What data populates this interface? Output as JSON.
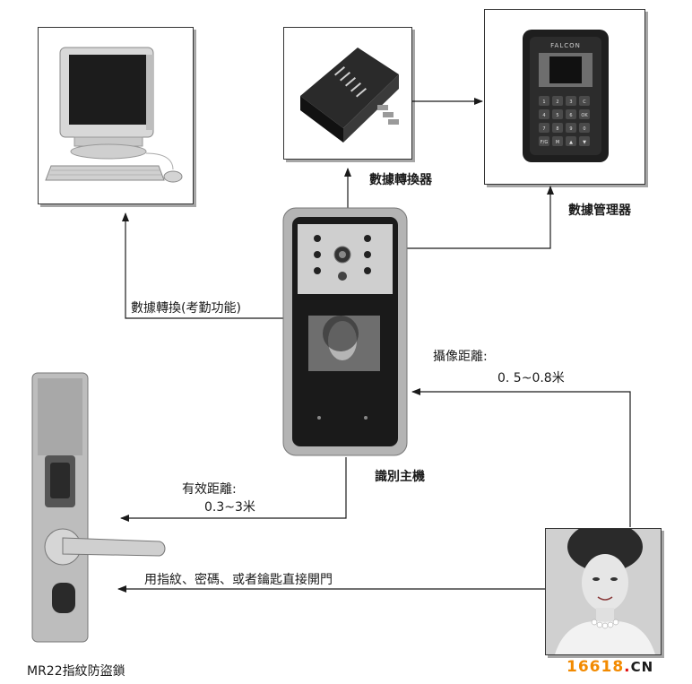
{
  "labels": {
    "data_converter": "數據轉換器",
    "data_manager": "數據管理器",
    "data_convert_attendance": "數據轉換(考勤功能)",
    "camera_distance_title": "攝像距離:",
    "camera_distance_value": "0. 5~0.8米",
    "recognition_host": "識別主機",
    "effective_distance_title": "有效距離:",
    "effective_distance_value": "0.3~3米",
    "unlock_methods": "用指紋、密碼、或者鑰匙直接開門",
    "lock_model": "MR22指紋防盜鎖"
  },
  "device_text": {
    "manager_brand": "FALCON",
    "keypad_keys": [
      "1",
      "2",
      "3",
      "C",
      "4",
      "5",
      "6",
      "OK",
      "7",
      "8",
      "9",
      "0",
      "F/G",
      "M",
      "▲",
      "▼"
    ]
  },
  "watermark": {
    "number": "16618",
    "dot": ".",
    "suffix": "CN"
  },
  "colors": {
    "line": "#1a1a1a",
    "watermark_orange": "#f28a00",
    "watermark_red": "#e01010"
  }
}
